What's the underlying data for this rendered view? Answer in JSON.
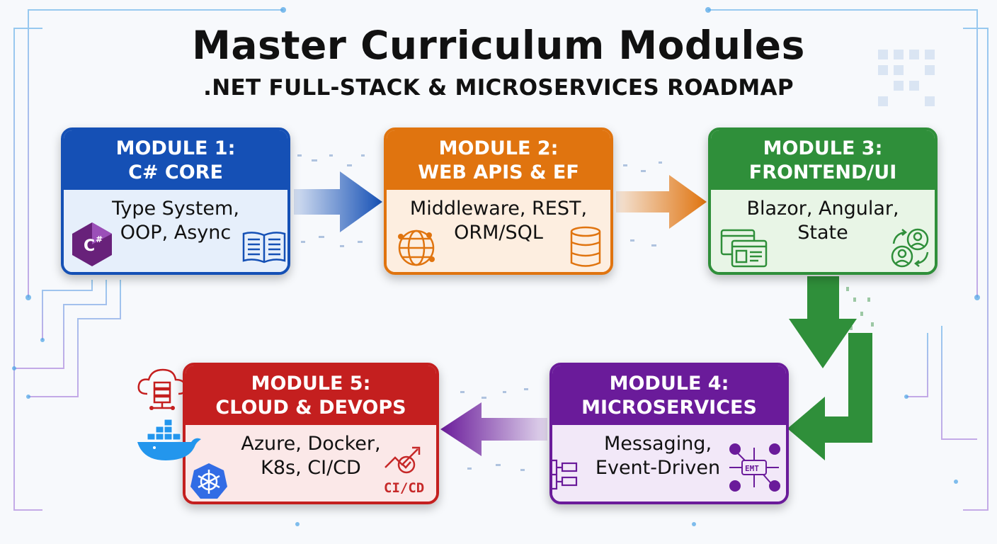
{
  "title": "Master Curriculum Modules",
  "subtitle": ".NET FULL-STACK & MICROSERVICES ROADMAP",
  "modules": [
    {
      "heading_1": "MODULE 1:",
      "heading_2": "C# CORE",
      "line_1": "Type System,",
      "line_2": "OOP, Async",
      "color": "#1550b5",
      "light": "#e6effb",
      "icons": [
        "csharp-logo-icon",
        "book-icon"
      ]
    },
    {
      "heading_1": "MODULE 2:",
      "heading_2": "WEB APIS & EF",
      "line_1": "Middleware, REST,",
      "line_2": "ORM/SQL",
      "color": "#e0740f",
      "light": "#fdeee0",
      "icons": [
        "globe-network-icon",
        "database-icon"
      ]
    },
    {
      "heading_1": "MODULE 3:",
      "heading_2": "FRONTEND/UI",
      "line_1": "Blazor, Angular,",
      "line_2": "State",
      "color": "#2f8f3a",
      "light": "#e8f5e6",
      "icons": [
        "browser-windows-icon",
        "user-sync-icon"
      ]
    },
    {
      "heading_1": "MODULE 4:",
      "heading_2": "MICROSERVICES",
      "line_1": "Messaging,",
      "line_2": "Event-Driven",
      "color": "#6a1b9a",
      "light": "#f2e8f8",
      "icons": [
        "service-hierarchy-icon",
        "event-hub-icon"
      ]
    },
    {
      "heading_1": "MODULE 5:",
      "heading_2": "CLOUD & DEVOPS",
      "line_1": "Azure, Docker,",
      "line_2": "K8s, CI/CD",
      "color": "#c41f1f",
      "light": "#fbe8e8",
      "icons": [
        "cloud-server-icon",
        "docker-whale-icon",
        "kubernetes-icon",
        "cicd-icon"
      ],
      "cicd_label": "CI/CD"
    }
  ],
  "colors": {
    "blue": "#1550b5",
    "orange": "#e0740f",
    "green": "#2f8f3a",
    "purple": "#6a1b9a",
    "red": "#c41f1f"
  },
  "event_label": "EMT"
}
